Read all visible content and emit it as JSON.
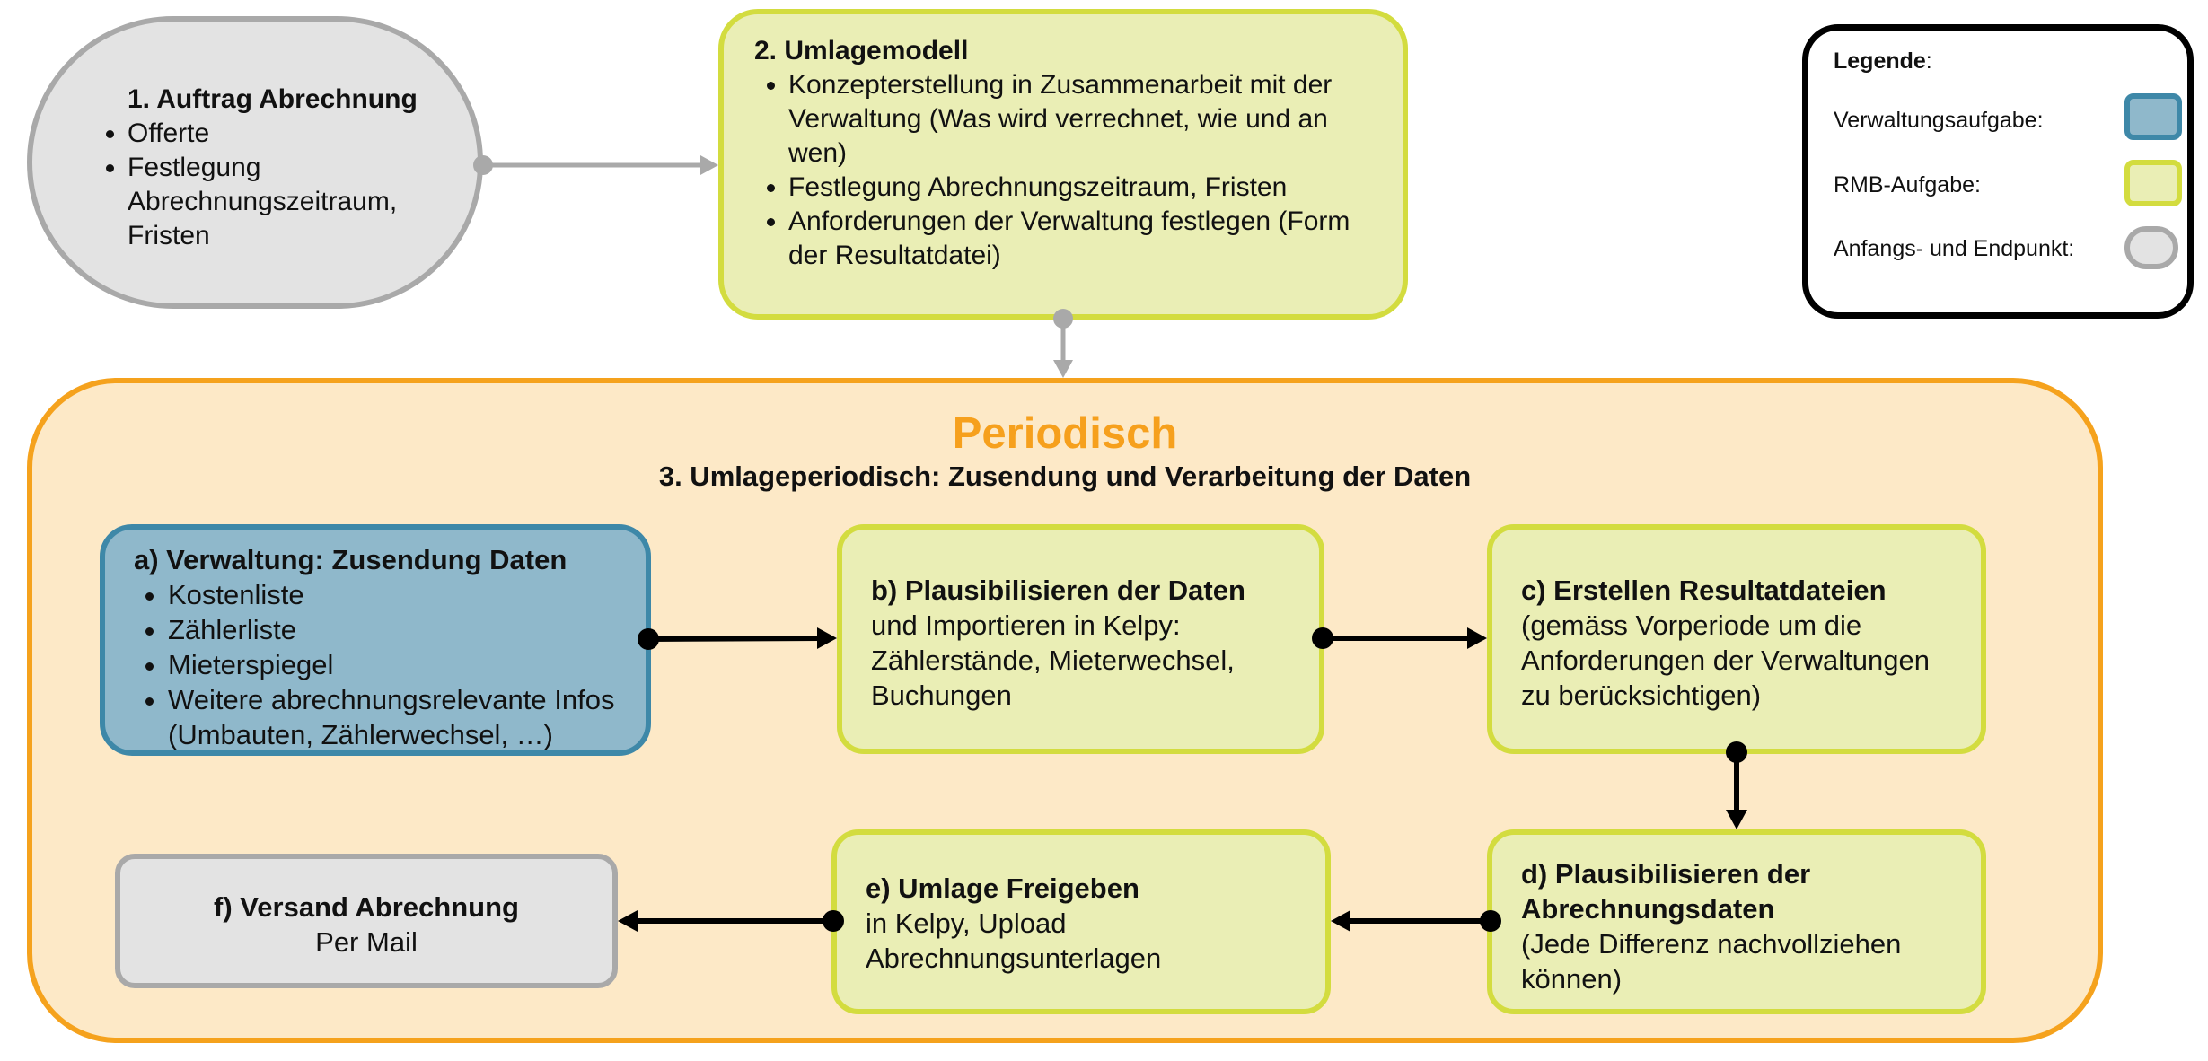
{
  "step1": {
    "title": "1.  Auftrag Abrechnung",
    "items": [
      "Offerte",
      "Festlegung Abrechnungszeitraum, Fristen"
    ]
  },
  "step2": {
    "title": "2. Umlagemodell",
    "items": [
      "Konzepterstellung in Zusammenarbeit mit der Verwaltung (Was wird verrechnet, wie und an wen)",
      "Festlegung Abrechnungszeitraum, Fristen",
      "Anforderungen der Verwaltung festlegen (Form der Resultatdatei)"
    ]
  },
  "legend": {
    "title": "Legende",
    "colon": ":",
    "admin_task": "Verwaltungsaufgabe:",
    "rmb_task": "RMB-Aufgabe:",
    "start_end": "Anfangs- und Endpunkt:"
  },
  "periodic": {
    "heading": "Periodisch",
    "subtitle": "3. Umlageperiodisch: Zusendung und Verarbeitung der Daten"
  },
  "step_a": {
    "title": "a) Verwaltung: Zusendung Daten",
    "items": [
      "Kostenliste",
      "Zählerliste",
      "Mieterspiegel",
      "Weitere abrechnungsrelevante Infos (Umbauten, Zählerwechsel, …)"
    ]
  },
  "step_b": {
    "title": "b) Plausibilisieren der Daten",
    "text": "und Importieren in Kelpy: Zählerstände, Mieterwechsel, Buchungen"
  },
  "step_c": {
    "title": "c) Erstellen Resultatdateien",
    "text": "(gemäss Vorperiode um die Anforderungen der Verwaltungen zu berücksichtigen)"
  },
  "step_d": {
    "title": "d) Plausibilisieren der Abrechnungsdaten",
    "text": "(Jede Differenz nachvollziehen können)"
  },
  "step_e": {
    "title": "e) Umlage Freigeben",
    "text": "in Kelpy, Upload Abrechnungsunterlagen"
  },
  "step_f": {
    "title": "f) Versand Abrechnung",
    "text": "Per Mail"
  },
  "colors": {
    "admin_fill": "#8fb8cb",
    "admin_border": "#3e88a8",
    "rmb_fill": "#eaeeb5",
    "rmb_border": "#d3dc3f",
    "start_fill": "#e3e3e3",
    "start_border": "#a9a9a9",
    "periodic_fill": "#fde9c7",
    "periodic_border": "#f5a21d"
  }
}
